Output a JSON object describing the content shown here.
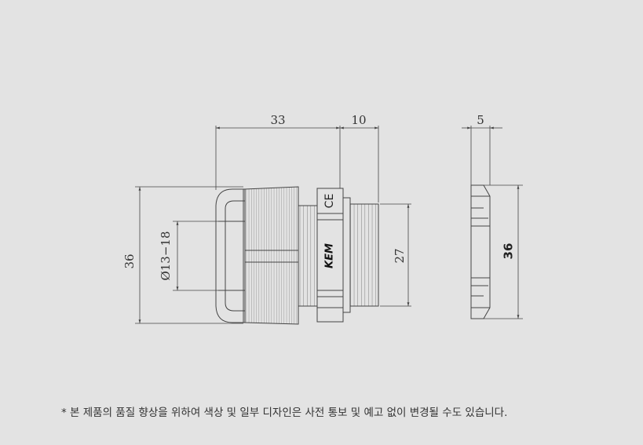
{
  "drawing": {
    "side_view": {
      "width_dim": "33",
      "thread_length_dim": "10",
      "height_dim": "36",
      "cable_range_dim": "Ø13−18",
      "thread_dim": "27",
      "body_mark": "CE",
      "brand_mark": "KEM"
    },
    "nut_view": {
      "thickness_dim": "5",
      "height_dim": "36"
    }
  },
  "note": "* 본 제품의 품질 향상을 위하여 색상 및 일부 디자인은 사전 통보 및 예고 없이 변경될 수도 있습니다."
}
